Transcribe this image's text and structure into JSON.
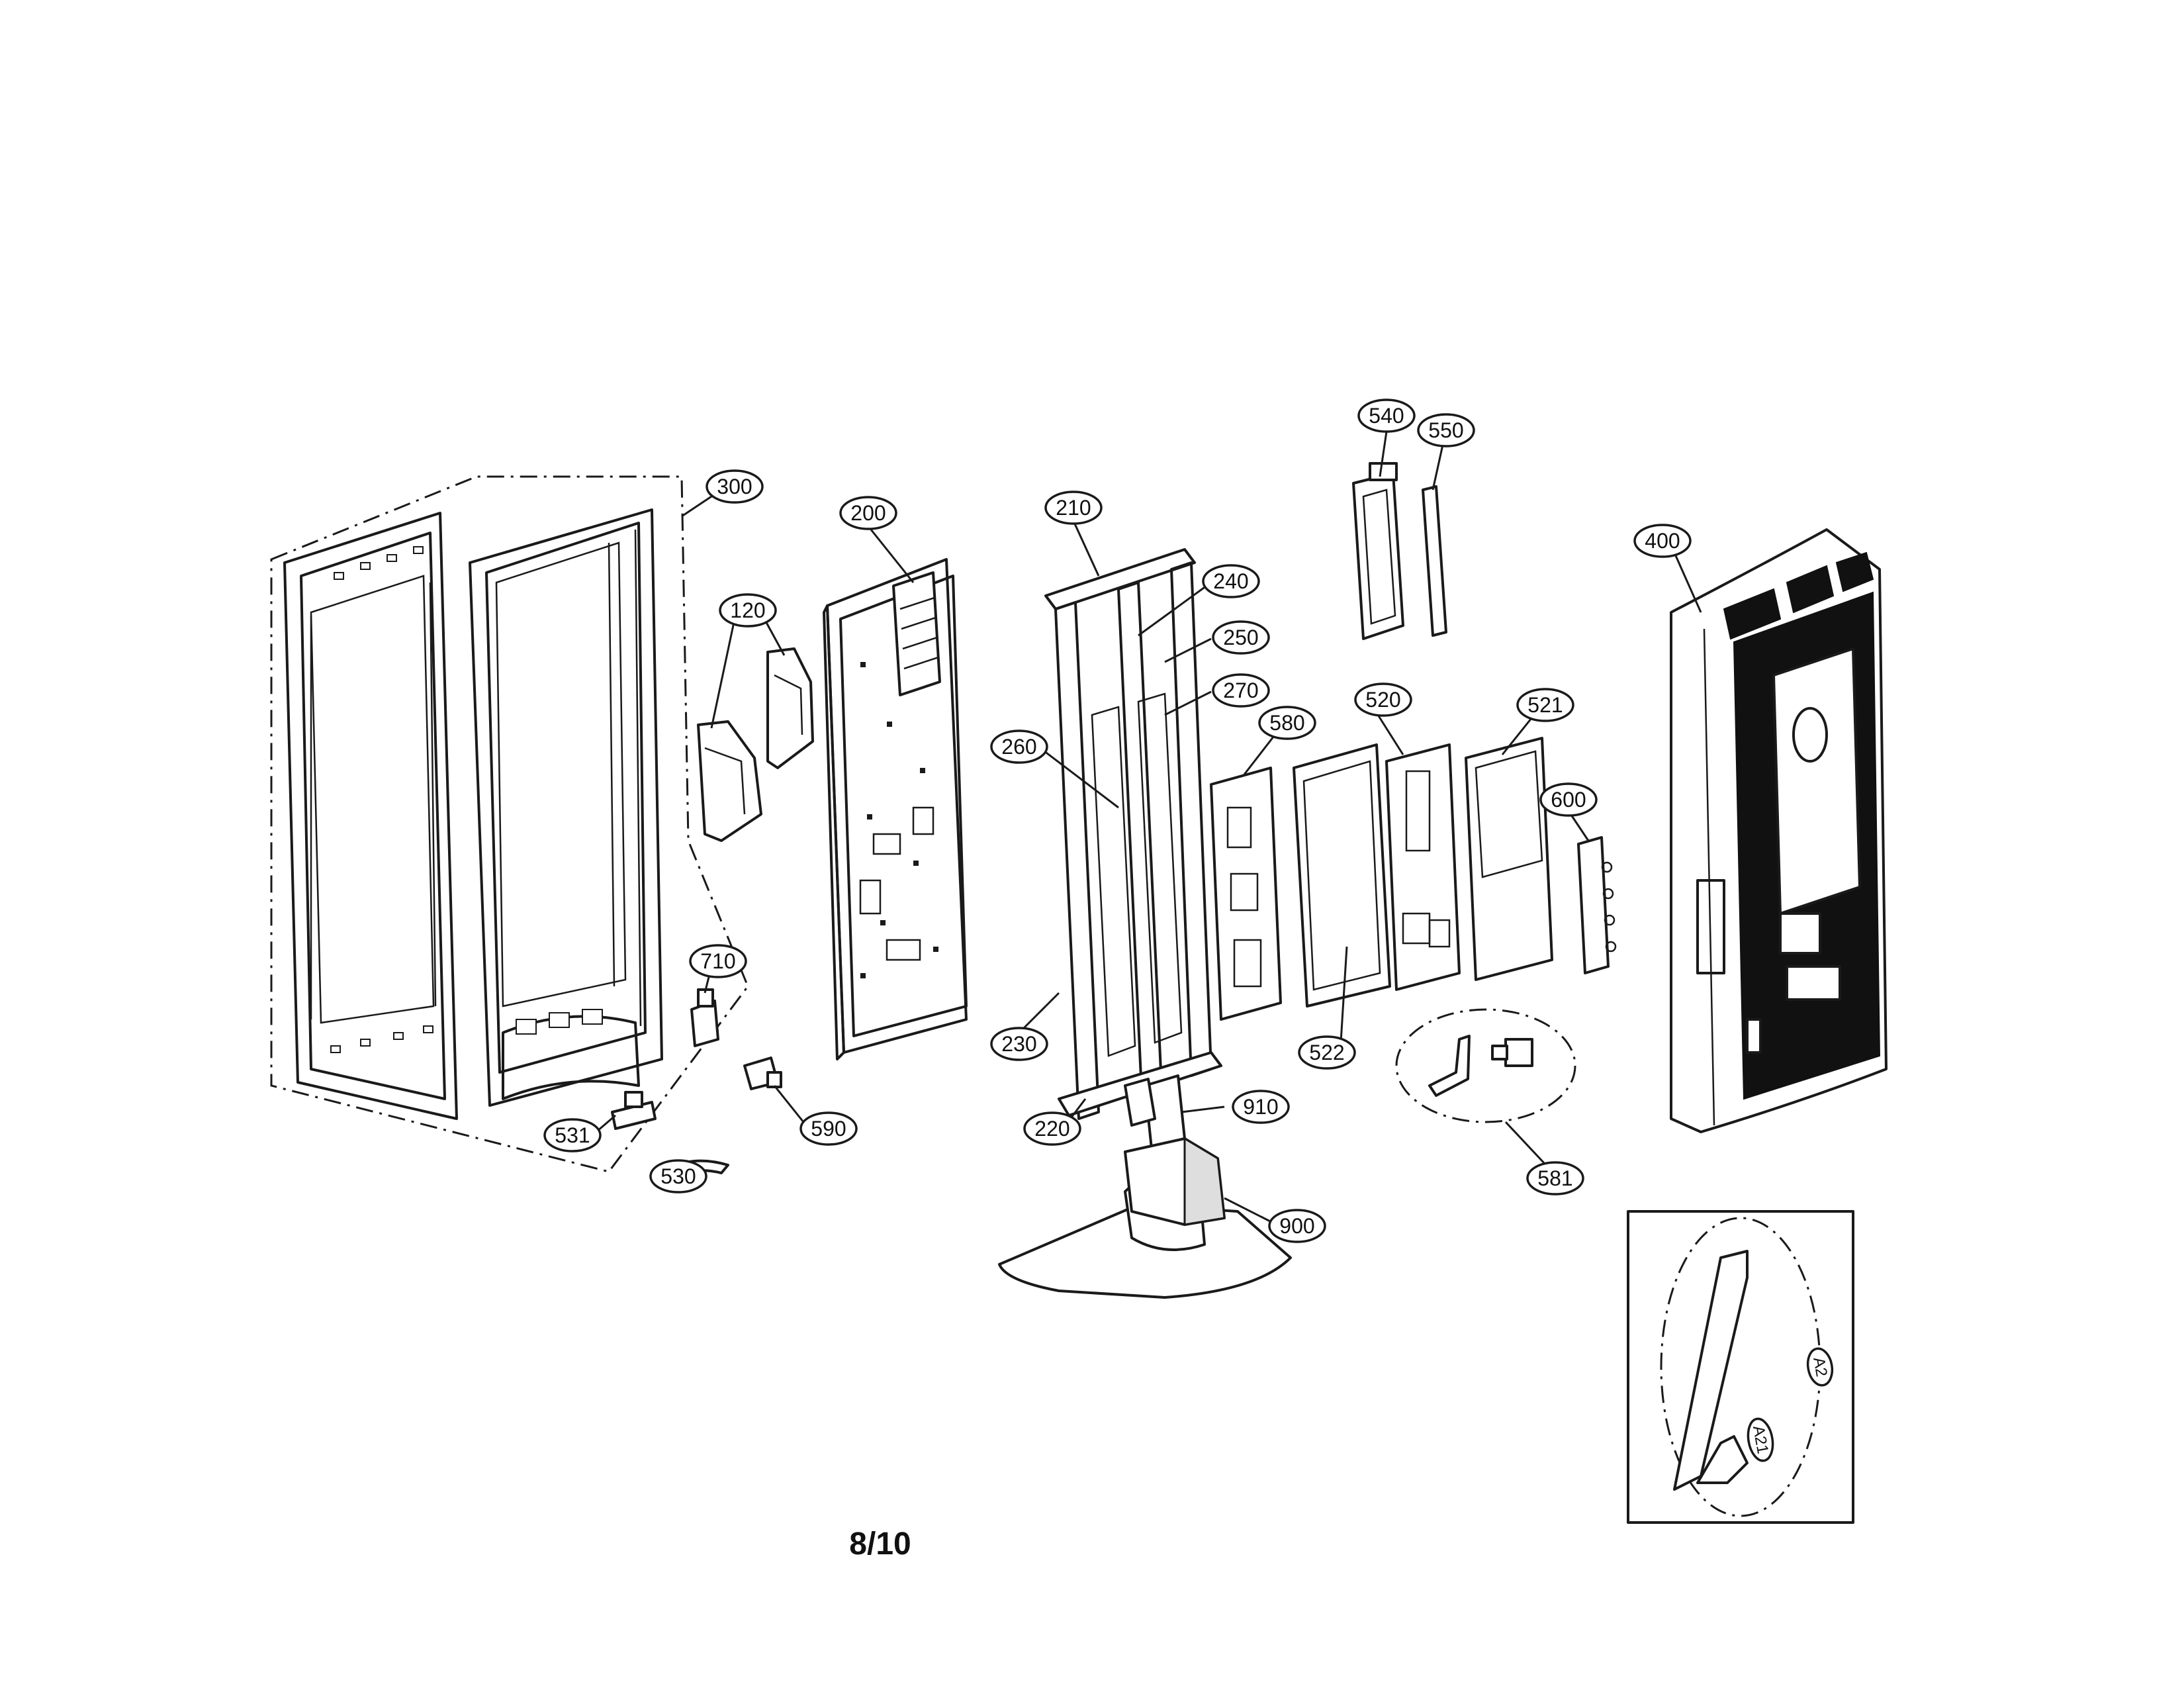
{
  "callouts": [
    {
      "id": "300",
      "label": "300"
    },
    {
      "id": "200",
      "label": "200"
    },
    {
      "id": "210",
      "label": "210"
    },
    {
      "id": "540",
      "label": "540"
    },
    {
      "id": "550",
      "label": "550"
    },
    {
      "id": "400",
      "label": "400"
    },
    {
      "id": "120",
      "label": "120"
    },
    {
      "id": "240",
      "label": "240"
    },
    {
      "id": "250",
      "label": "250"
    },
    {
      "id": "270",
      "label": "270"
    },
    {
      "id": "580",
      "label": "580"
    },
    {
      "id": "520",
      "label": "520"
    },
    {
      "id": "521",
      "label": "521"
    },
    {
      "id": "260",
      "label": "260"
    },
    {
      "id": "600",
      "label": "600"
    },
    {
      "id": "710",
      "label": "710"
    },
    {
      "id": "230",
      "label": "230"
    },
    {
      "id": "522",
      "label": "522"
    },
    {
      "id": "531",
      "label": "531"
    },
    {
      "id": "590",
      "label": "590"
    },
    {
      "id": "220",
      "label": "220"
    },
    {
      "id": "910",
      "label": "910"
    },
    {
      "id": "530",
      "label": "530"
    },
    {
      "id": "581",
      "label": "581"
    },
    {
      "id": "900",
      "label": "900"
    },
    {
      "id": "A2",
      "label": "A2"
    },
    {
      "id": "A21",
      "label": "A21"
    }
  ],
  "page_number": "8/10"
}
